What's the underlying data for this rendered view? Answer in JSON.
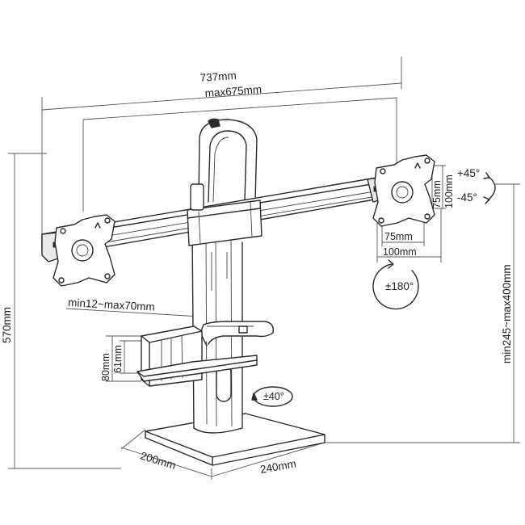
{
  "dimensions": {
    "overall_width": "737mm",
    "max_width": "max675mm",
    "height_total": "570mm",
    "height_range": "min245~max400mm",
    "vesa_h_small": "75mm",
    "vesa_h_large": "100mm",
    "vesa_v_small": "75mm",
    "vesa_v_large": "100mm",
    "clamp_range": "min12~max70mm",
    "holder_outer": "80mm",
    "holder_inner": "61mm",
    "base_depth": "200mm",
    "base_width": "240mm"
  },
  "rotations": {
    "tilt_up": "+45°",
    "tilt_down": "-45°",
    "rotate": "±180°",
    "swivel": "±40°"
  }
}
